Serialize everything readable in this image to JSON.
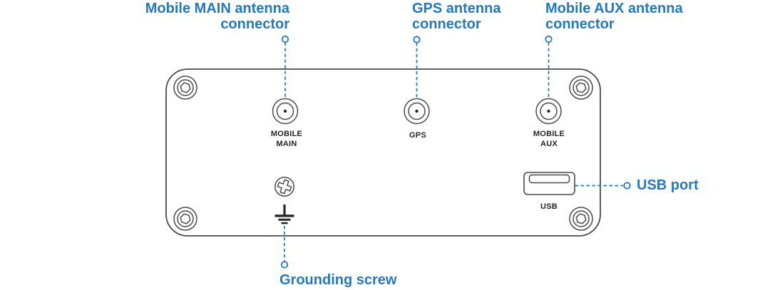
{
  "colors": {
    "callout_blue": "#2478BF",
    "outline_gray": "#4A4A4A",
    "panel_text": "#262626",
    "background": "#FFFFFF"
  },
  "callouts": {
    "mobile_main": {
      "line1": "Mobile MAIN antenna",
      "line2": "connector"
    },
    "gps": {
      "line1": "GPS antenna",
      "line2": "connector"
    },
    "mobile_aux": {
      "line1": "Mobile AUX antenna",
      "line2": "connector"
    },
    "usb": {
      "label": "USB port"
    },
    "grounding": {
      "label": "Grounding screw"
    }
  },
  "panel_labels": {
    "mobile_main": {
      "line1": "MOBILE",
      "line2": "MAIN"
    },
    "gps": "GPS",
    "mobile_aux": {
      "line1": "MOBILE",
      "line2": "AUX"
    },
    "usb": "USB"
  }
}
